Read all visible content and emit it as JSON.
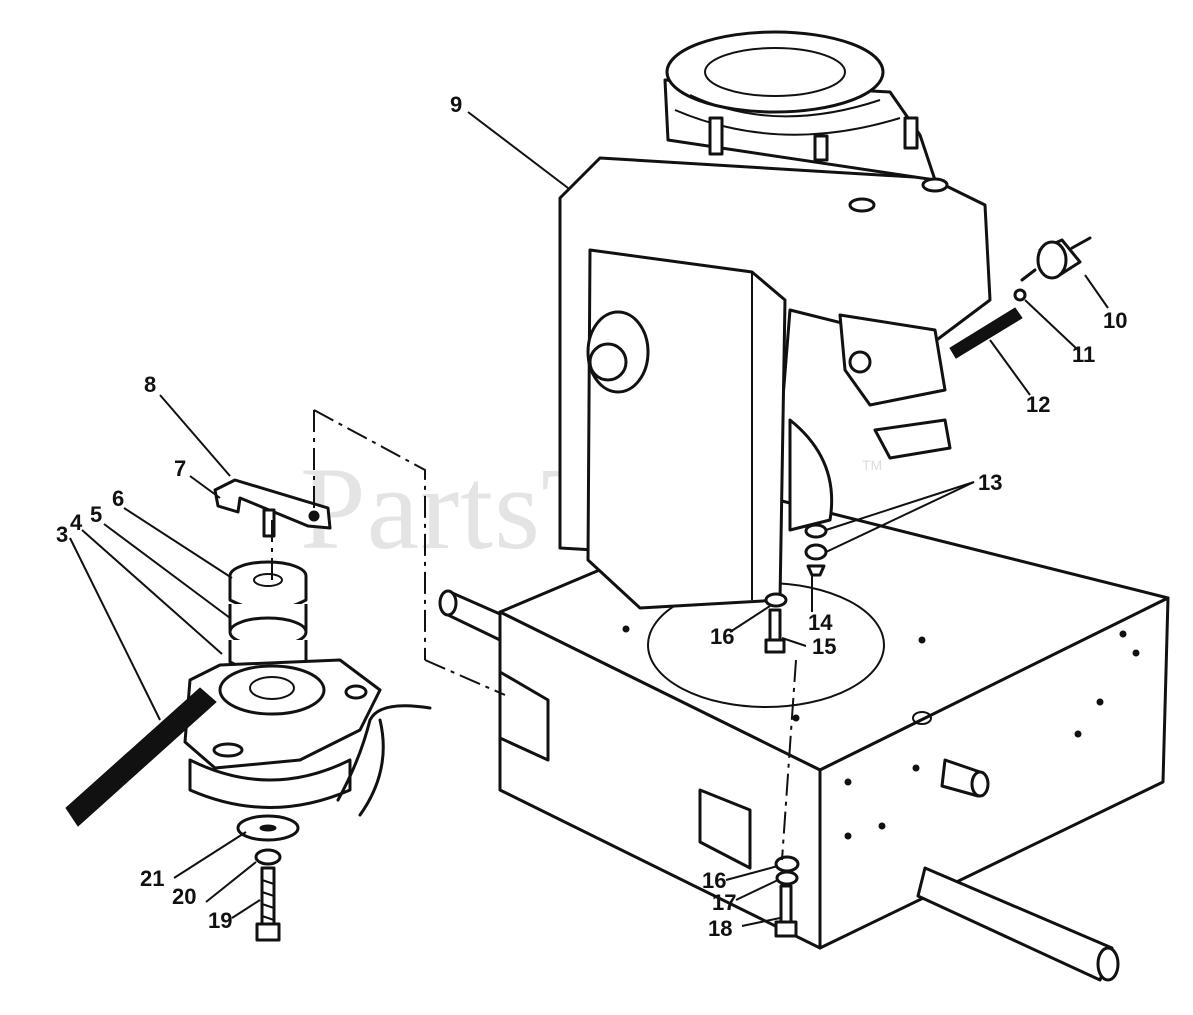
{
  "watermark": {
    "text": "PartsTree",
    "tm": "TM"
  },
  "labels": {
    "l1": "3",
    "l2": "4",
    "l3": "5",
    "l4": "6",
    "l5": "7",
    "l6": "8",
    "l7": "9",
    "l8": "10",
    "l9": "11",
    "l10": "12",
    "l11": "13",
    "l12": "14",
    "l13": "15",
    "l14": "16",
    "l15": "16",
    "l16": "17",
    "l17": "18",
    "l18": "19",
    "l19": "20",
    "l20": "21"
  }
}
